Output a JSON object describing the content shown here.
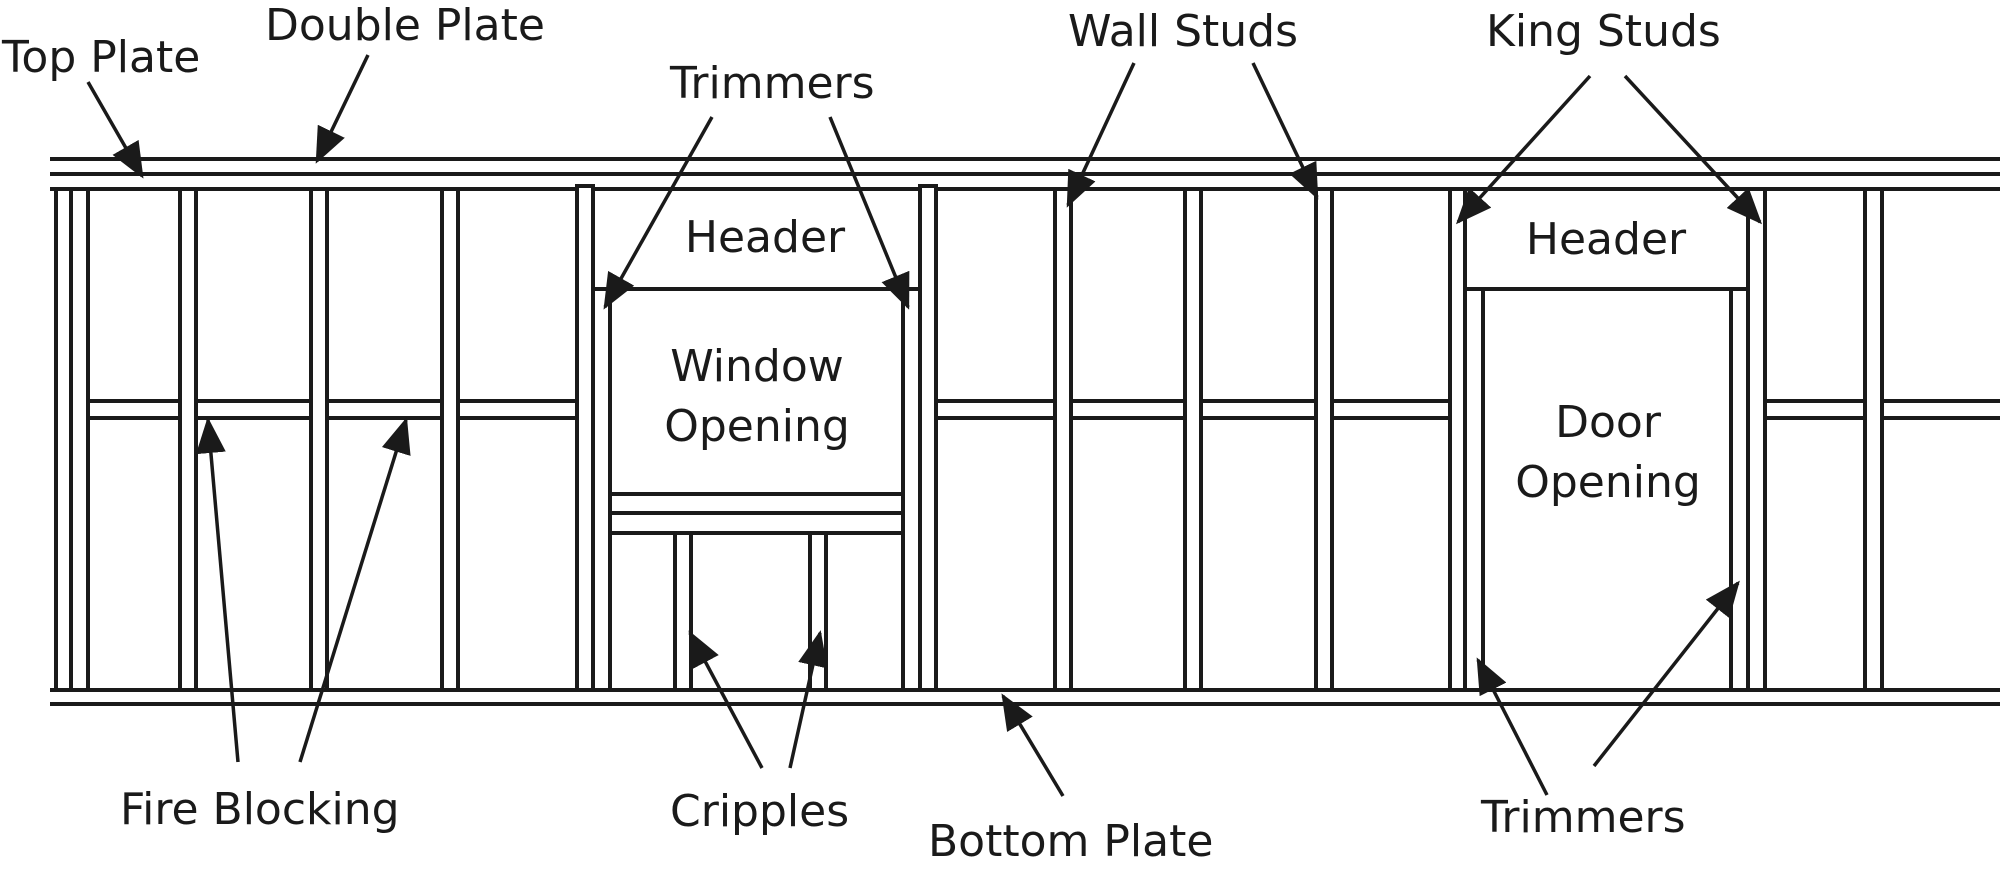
{
  "diagram": {
    "labels": {
      "top_plate": "Top Plate",
      "double_plate": "Double Plate",
      "trimmers_top": "Trimmers",
      "wall_studs": "Wall Studs",
      "king_studs": "King Studs",
      "header_window": "Header",
      "header_door": "Header",
      "window_opening_line1": "Window",
      "window_opening_line2": "Opening",
      "door_opening_line1": "Door",
      "door_opening_line2": "Opening",
      "fire_blocking": "Fire Blocking",
      "cripples": "Cripples",
      "bottom_plate": "Bottom Plate",
      "trimmers_bottom": "Trimmers"
    },
    "colors": {
      "line": "#1a1a1a",
      "background": "#ffffff"
    }
  }
}
